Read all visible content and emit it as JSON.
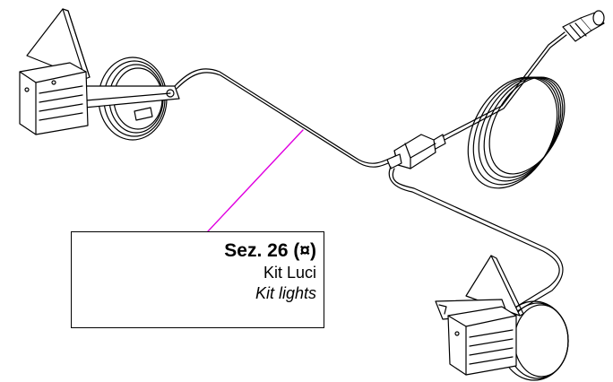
{
  "callout": {
    "section": "Sez. 26 (¤)",
    "name_it": "Kit Luci",
    "name_en": "Kit lights"
  },
  "leader_color": "#e000e0",
  "icons": [
    "trailer-light-unit-left",
    "trailer-light-unit-right",
    "plug-connector-icon",
    "junction-connector-icon",
    "cable-coil"
  ]
}
